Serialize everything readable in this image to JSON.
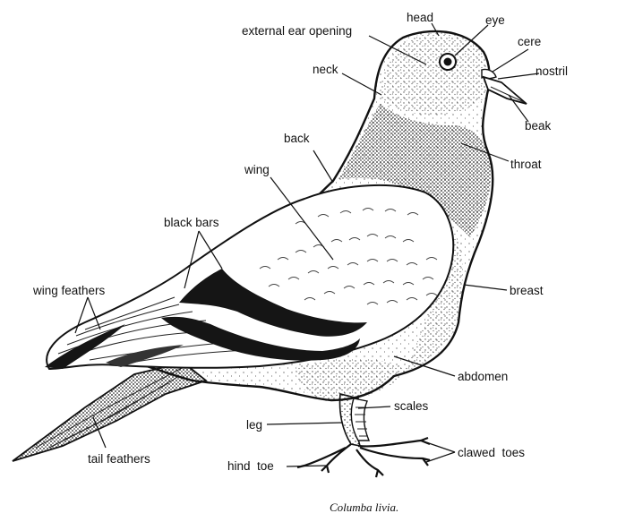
{
  "labels": {
    "head": "head",
    "eye": "eye",
    "external_ear_opening": "external ear opening",
    "cere": "cere",
    "nostril": "nostril",
    "neck": "neck",
    "beak": "beak",
    "back": "back",
    "throat": "throat",
    "wing": "wing",
    "black_bars": "black bars",
    "wing_feathers": "wing feathers",
    "breast": "breast",
    "abdomen": "abdomen",
    "scales": "scales",
    "leg": "leg",
    "clawed_toes": "clawed  toes",
    "tail_feathers": "tail feathers",
    "hind_toe": "hind  toe"
  },
  "caption": "Columba livia."
}
